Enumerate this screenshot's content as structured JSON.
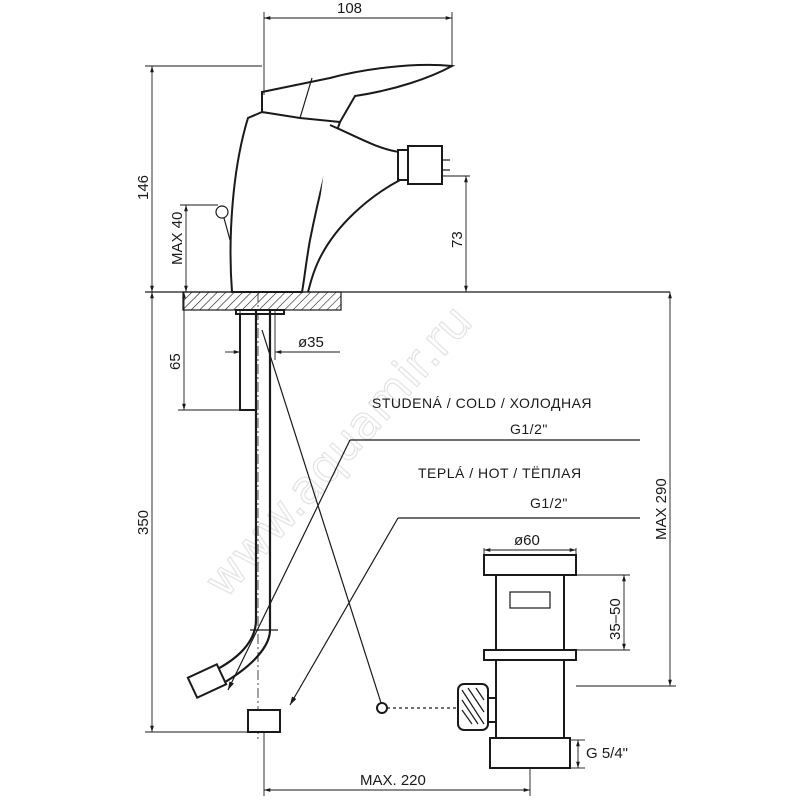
{
  "dimensions": {
    "top_width": "108",
    "height_146": "146",
    "max_40": "MAX 40",
    "spout_73": "73",
    "d35": "ø35",
    "len_65": "65",
    "len_350": "350",
    "max_290": "MAX 290",
    "d60": "ø60",
    "range_35_50": "35–50",
    "g_5_4": "G 5/4\"",
    "max_220": "MAX. 220"
  },
  "notes": {
    "cold_label": "STUDENÁ  /  COLD  /  ХОЛОДНАЯ",
    "cold_thread": "G1/2\"",
    "hot_label": "TEPLÁ  /  HOT  /  ТЁПЛАЯ",
    "hot_thread": "G1/2\""
  },
  "watermark": "www.aquamir.ru"
}
